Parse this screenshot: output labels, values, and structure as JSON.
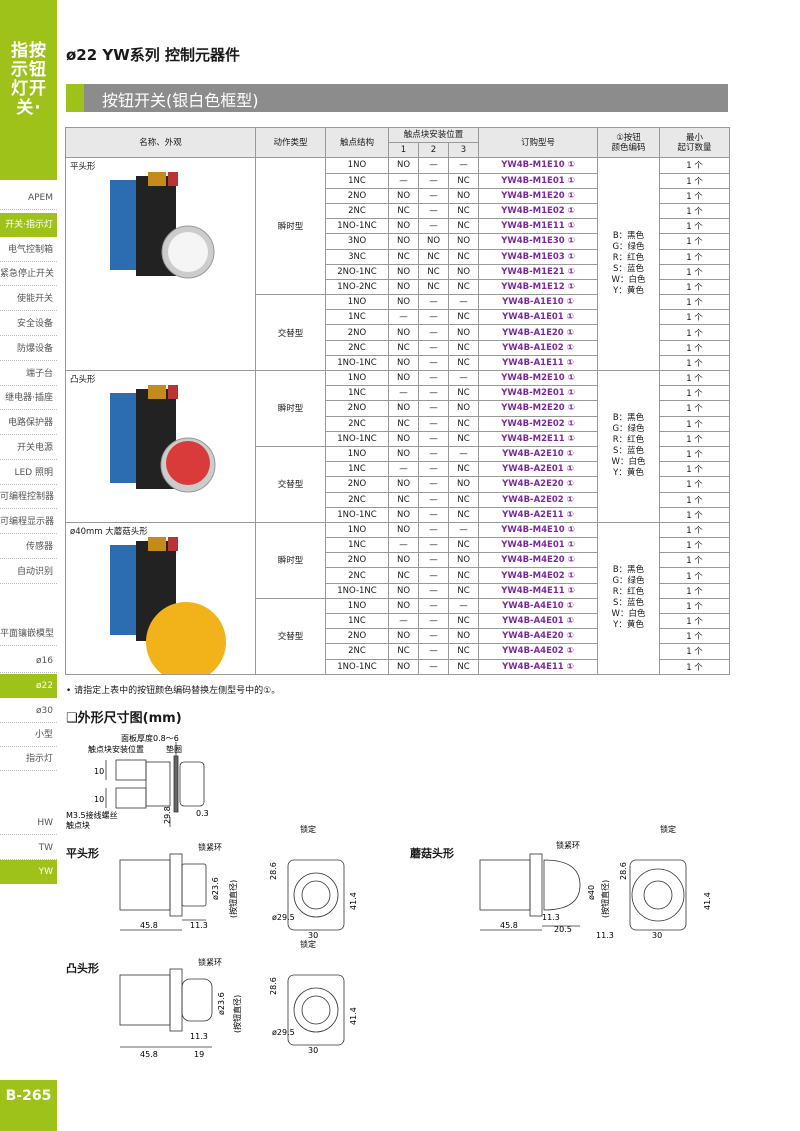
{
  "sidebar": {
    "title": "指按示钮灯开关·",
    "items": [
      "APEM",
      "开关·指示灯",
      "电气控制箱",
      "紧急停止开关",
      "使能开关",
      "安全设备",
      "防爆设备",
      "端子台",
      "继电器·插座",
      "电路保护器",
      "开关电源",
      "LED 照明",
      "可编程控制器",
      "可编程显示器",
      "传感器",
      "自动识别",
      "平面镶嵌模型",
      "ø16",
      "ø22",
      "ø30",
      "小型",
      "指示灯",
      "HW",
      "TW",
      "YW"
    ],
    "page": "B-265"
  },
  "header": {
    "series": "ø22 YW系列 控制元器件",
    "section": "按钮开关(银白色框型)"
  },
  "table": {
    "headers": {
      "name": "名称、外观",
      "action": "动作类型",
      "contact": "触点结构",
      "positions": "触点块安装位置",
      "p1": "1",
      "p2": "2",
      "p3": "3",
      "model": "订购型号",
      "color": "①按钮\n颜色编码",
      "min": "最小\n起订数量"
    },
    "groups": [
      {
        "name": "平头形",
        "blocks": [
          {
            "action": "瞬时型",
            "rows": [
              [
                "1NO",
                "NO",
                "—",
                "—",
                "YW4B-M1E10 ①"
              ],
              [
                "1NC",
                "—",
                "—",
                "NC",
                "YW4B-M1E01 ①"
              ],
              [
                "2NO",
                "NO",
                "—",
                "NO",
                "YW4B-M1E20 ①"
              ],
              [
                "2NC",
                "NC",
                "—",
                "NC",
                "YW4B-M1E02 ①"
              ],
              [
                "1NO-1NC",
                "NO",
                "—",
                "NC",
                "YW4B-M1E11 ①"
              ],
              [
                "3NO",
                "NO",
                "NO",
                "NO",
                "YW4B-M1E30 ①"
              ],
              [
                "3NC",
                "NC",
                "NC",
                "NC",
                "YW4B-M1E03 ①"
              ],
              [
                "2NO-1NC",
                "NO",
                "NC",
                "NO",
                "YW4B-M1E21 ①"
              ],
              [
                "1NO-2NC",
                "NO",
                "NC",
                "NC",
                "YW4B-M1E12 ①"
              ]
            ]
          },
          {
            "action": "交替型",
            "rows": [
              [
                "1NO",
                "NO",
                "—",
                "—",
                "YW4B-A1E10 ①"
              ],
              [
                "1NC",
                "—",
                "—",
                "NC",
                "YW4B-A1E01 ①"
              ],
              [
                "2NO",
                "NO",
                "—",
                "NO",
                "YW4B-A1E20 ①"
              ],
              [
                "2NC",
                "NC",
                "—",
                "NC",
                "YW4B-A1E02 ①"
              ],
              [
                "1NO-1NC",
                "NO",
                "—",
                "NC",
                "YW4B-A1E11 ①"
              ]
            ]
          }
        ],
        "colors": "B：黑色\nG：绿色\nR：红色\nS：蓝色\nW：白色\nY：黄色"
      },
      {
        "name": "凸头形",
        "blocks": [
          {
            "action": "瞬时型",
            "rows": [
              [
                "1NO",
                "NO",
                "—",
                "—",
                "YW4B-M2E10 ①"
              ],
              [
                "1NC",
                "—",
                "—",
                "NC",
                "YW4B-M2E01 ①"
              ],
              [
                "2NO",
                "NO",
                "—",
                "NO",
                "YW4B-M2E20 ①"
              ],
              [
                "2NC",
                "NC",
                "—",
                "NC",
                "YW4B-M2E02 ①"
              ],
              [
                "1NO-1NC",
                "NO",
                "—",
                "NC",
                "YW4B-M2E11 ①"
              ]
            ]
          },
          {
            "action": "交替型",
            "rows": [
              [
                "1NO",
                "NO",
                "—",
                "—",
                "YW4B-A2E10 ①"
              ],
              [
                "1NC",
                "—",
                "—",
                "NC",
                "YW4B-A2E01 ①"
              ],
              [
                "2NO",
                "NO",
                "—",
                "NO",
                "YW4B-A2E20 ①"
              ],
              [
                "2NC",
                "NC",
                "—",
                "NC",
                "YW4B-A2E02 ①"
              ],
              [
                "1NO-1NC",
                "NO",
                "—",
                "NC",
                "YW4B-A2E11 ①"
              ]
            ]
          }
        ],
        "colors": "B：黑色\nG：绿色\nR：红色\nS：蓝色\nW：白色\nY：黄色"
      },
      {
        "name": "ø40mm 大蘑菇头形",
        "blocks": [
          {
            "action": "瞬时型",
            "rows": [
              [
                "1NO",
                "NO",
                "—",
                "—",
                "YW4B-M4E10 ①"
              ],
              [
                "1NC",
                "—",
                "—",
                "NC",
                "YW4B-M4E01 ①"
              ],
              [
                "2NO",
                "NO",
                "—",
                "NO",
                "YW4B-M4E20 ①"
              ],
              [
                "2NC",
                "NC",
                "—",
                "NC",
                "YW4B-M4E02 ①"
              ],
              [
                "1NO-1NC",
                "NO",
                "—",
                "NC",
                "YW4B-M4E11 ①"
              ]
            ]
          },
          {
            "action": "交替型",
            "rows": [
              [
                "1NO",
                "NO",
                "—",
                "—",
                "YW4B-A4E10 ①"
              ],
              [
                "1NC",
                "—",
                "—",
                "NC",
                "YW4B-A4E01 ①"
              ],
              [
                "2NO",
                "NO",
                "—",
                "NO",
                "YW4B-A4E20 ①"
              ],
              [
                "2NC",
                "NC",
                "—",
                "NC",
                "YW4B-A4E02 ①"
              ],
              [
                "1NO-1NC",
                "NO",
                "—",
                "NC",
                "YW4B-A4E11 ①"
              ]
            ]
          }
        ],
        "colors": "B：黑色\nG：绿色\nR：红色\nS：蓝色\nW：白色\nY：黄色"
      }
    ],
    "min_qty": "1 个"
  },
  "note": "• 请指定上表中的按钮颜色编码替换左侧型号中的①。",
  "dimensions": {
    "title": "❑外形尺寸图(mm)",
    "side": {
      "panel": "面板厚度0.8～6",
      "mount": "触点块安装位置",
      "washer": "垫圈",
      "screw": "M3.5接线螺丝",
      "block": "触点块",
      "d10a": "10",
      "d10b": "10",
      "d298": "29.8",
      "d03": "0.3"
    },
    "flat": {
      "label": "平头形",
      "ring": "锁紧环",
      "lock": "锁定",
      "d236": "ø23.6",
      "dia": "(按钮直径)",
      "d458": "45.8",
      "d113": "11.3",
      "d286": "28.6",
      "d414": "41.4",
      "d295": "ø29.5",
      "d30": "30"
    },
    "convex": {
      "label": "凸头形",
      "ring": "锁紧环",
      "lock": "锁定",
      "d236": "ø23.6",
      "dia": "(按钮直径)",
      "d458": "45.8",
      "d113": "11.3",
      "d19": "19",
      "d286": "28.6",
      "d414": "41.4",
      "d295": "ø29.5",
      "d30": "30"
    },
    "mushroom": {
      "label": "蘑菇头形",
      "ring": "锁紧环",
      "lock": "锁定",
      "d40": "ø40",
      "dia": "(按钮直径)",
      "d458": "45.8",
      "d113": "11.3",
      "d205": "20.5",
      "d113b": "11.3",
      "d286": "28.6",
      "d414": "41.4",
      "d30": "30"
    }
  }
}
